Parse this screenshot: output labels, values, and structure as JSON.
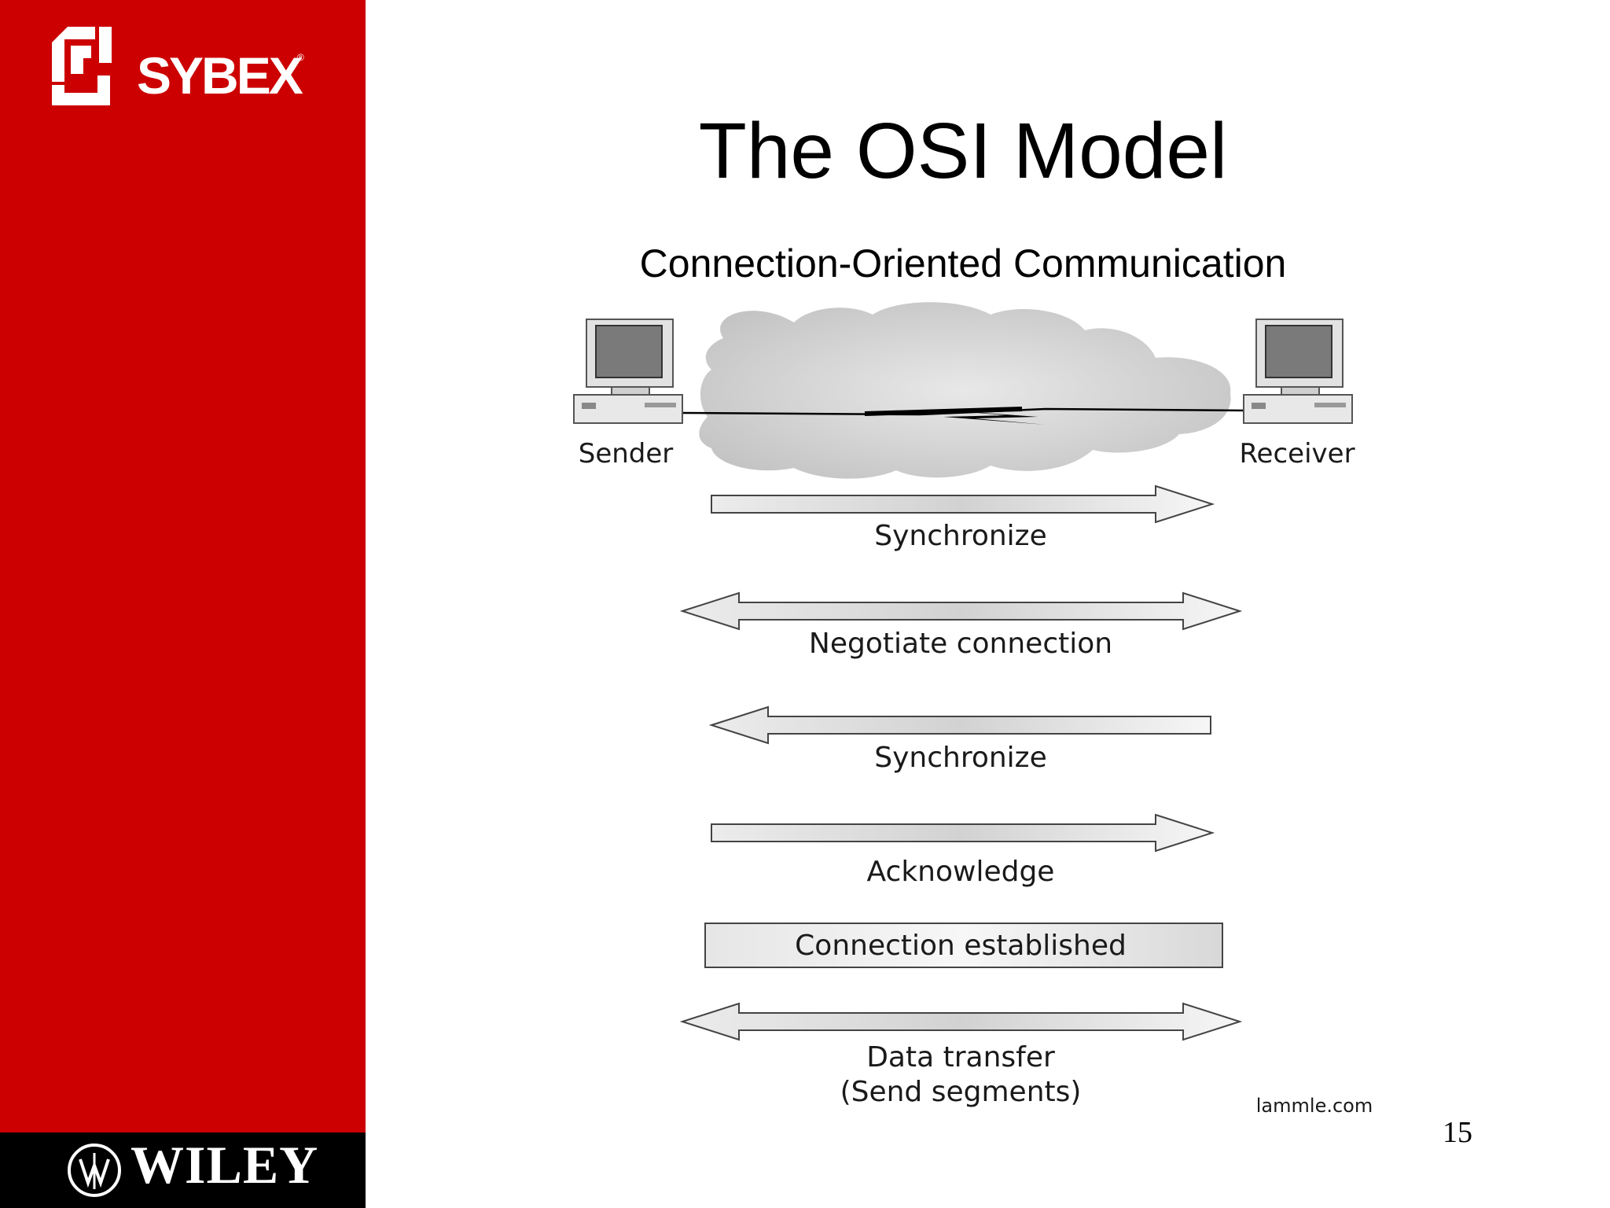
{
  "slide": {
    "brand_top": "SYBEX",
    "brand_bottom": "WILEY",
    "title": "The OSI Model",
    "subtitle": "Connection-Oriented Communication",
    "page_number": "15",
    "credit": "lammle.com"
  },
  "diagram": {
    "endpoints": {
      "sender": "Sender",
      "receiver": "Receiver"
    },
    "steps": [
      {
        "label": "Synchronize",
        "direction": "sender-to-receiver"
      },
      {
        "label": "Negotiate connection",
        "direction": "both"
      },
      {
        "label": "Synchronize",
        "direction": "receiver-to-sender"
      },
      {
        "label": "Acknowledge",
        "direction": "sender-to-receiver"
      },
      {
        "label": "Connection established",
        "direction": "none"
      },
      {
        "label_line1": "Data transfer",
        "label_line2": "(Send segments)",
        "direction": "both"
      }
    ],
    "colors": {
      "accent_red": "#cc0000",
      "footer_black": "#000000",
      "arrow_fill_light": "#f4f4f4",
      "arrow_fill_dark": "#c8c8c8",
      "cloud": "#d9d9d9"
    }
  }
}
